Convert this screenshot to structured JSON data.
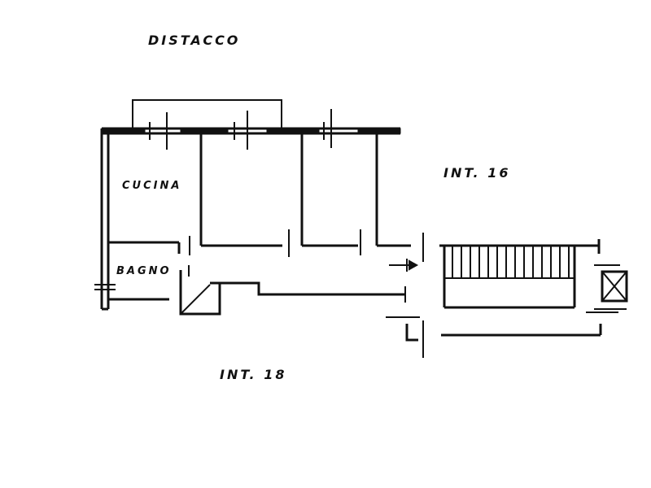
{
  "labels": {
    "distacco": "DISTACCO",
    "cucina": "CUCINA",
    "bagno": "BAGNO",
    "int_16": "INT. 16",
    "int_18": "INT. 18"
  },
  "colors": {
    "ink": "#111111",
    "paper": "#ffffff"
  }
}
